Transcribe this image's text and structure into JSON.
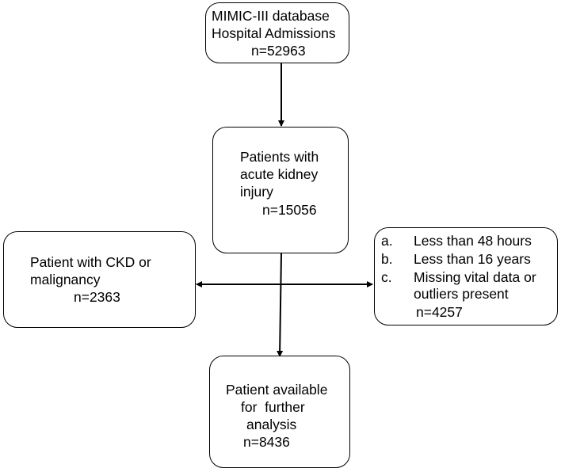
{
  "nodes": {
    "database": {
      "lines": [
        "MIMIC-III database",
        "Hospital Admissions",
        "n=52963"
      ]
    },
    "aki": {
      "lines": [
        "Patients with",
        "acute kidney",
        "injury",
        "n=15056"
      ]
    },
    "ckd_exclusion": {
      "lines": [
        "Patient with CKD or",
        "malignancy",
        "n=2363"
      ]
    },
    "criteria_exclusion": {
      "items": [
        {
          "marker": "a.",
          "lines": [
            "Less than 48 hours"
          ]
        },
        {
          "marker": "b.",
          "lines": [
            "Less than 16 years"
          ]
        },
        {
          "marker": "c.",
          "lines": [
            "Missing vital data or",
            "outliers present"
          ]
        }
      ],
      "count": "n=4257"
    },
    "final": {
      "lines": [
        "Patient available",
        "for  further",
        "analysis",
        "n=8436"
      ]
    }
  },
  "colors": {
    "stroke": "#000000",
    "background": "#ffffff"
  }
}
